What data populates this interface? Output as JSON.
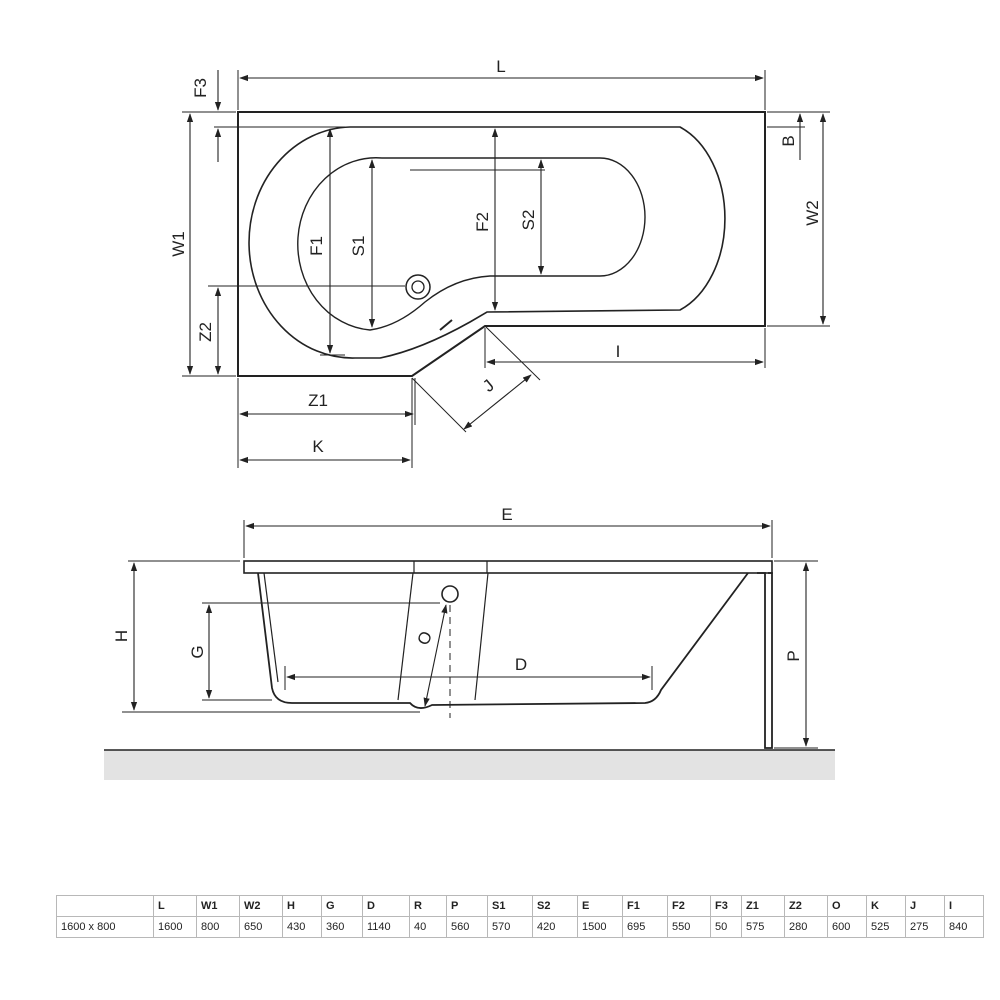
{
  "top_view_labels": {
    "L": "L",
    "F3": "F3",
    "B": "B",
    "W1": "W1",
    "W2": "W2",
    "F1": "F1",
    "S1": "S1",
    "F2": "F2",
    "S2": "S2",
    "Z2": "Z2",
    "I": "I",
    "J": "J",
    "Z1": "Z1",
    "K": "K"
  },
  "side_view_labels": {
    "E": "E",
    "H": "H",
    "G": "G",
    "O": "O",
    "D": "D",
    "P": "P"
  },
  "spec_table": {
    "columns": [
      "",
      "L",
      "W1",
      "W2",
      "H",
      "G",
      "D",
      "R",
      "P",
      "S1",
      "S2",
      "E",
      "F1",
      "F2",
      "F3",
      "Z1",
      "Z2",
      "O",
      "K",
      "J",
      "I"
    ],
    "rows": [
      [
        "1600 x 800",
        "1600",
        "800",
        "650",
        "430",
        "360",
        "1140",
        "40",
        "560",
        "570",
        "420",
        "1500",
        "695",
        "550",
        "50",
        "575",
        "280",
        "600",
        "525",
        "275",
        "840"
      ]
    ]
  }
}
